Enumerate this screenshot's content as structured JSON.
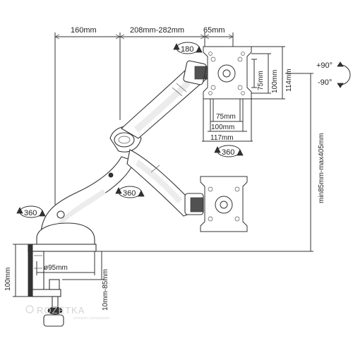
{
  "dimensions": {
    "top_left": "160mm",
    "top_middle": "208mm-282mm",
    "top_right": "65mm",
    "vesa_75_v": "75mm",
    "vesa_100_v": "100mm",
    "plate_114": "114mm",
    "vesa_75_h": "75mm",
    "vesa_100_h": "100mm",
    "plate_117": "117mm",
    "height_range": "min85mm-max405mm",
    "base_height": "100mm",
    "base_diameter": "ø95mm",
    "clamp_range": "10mm-85mm"
  },
  "rotations": {
    "plate_rotation": "180",
    "plate_swivel": "360",
    "arm_swivel": "360",
    "base_swivel": "360",
    "tilt_up": "+90°",
    "tilt_down": "-90°"
  },
  "watermark": {
    "brand": "ROZETKA",
    "tagline": "интернет-супермаркет"
  }
}
